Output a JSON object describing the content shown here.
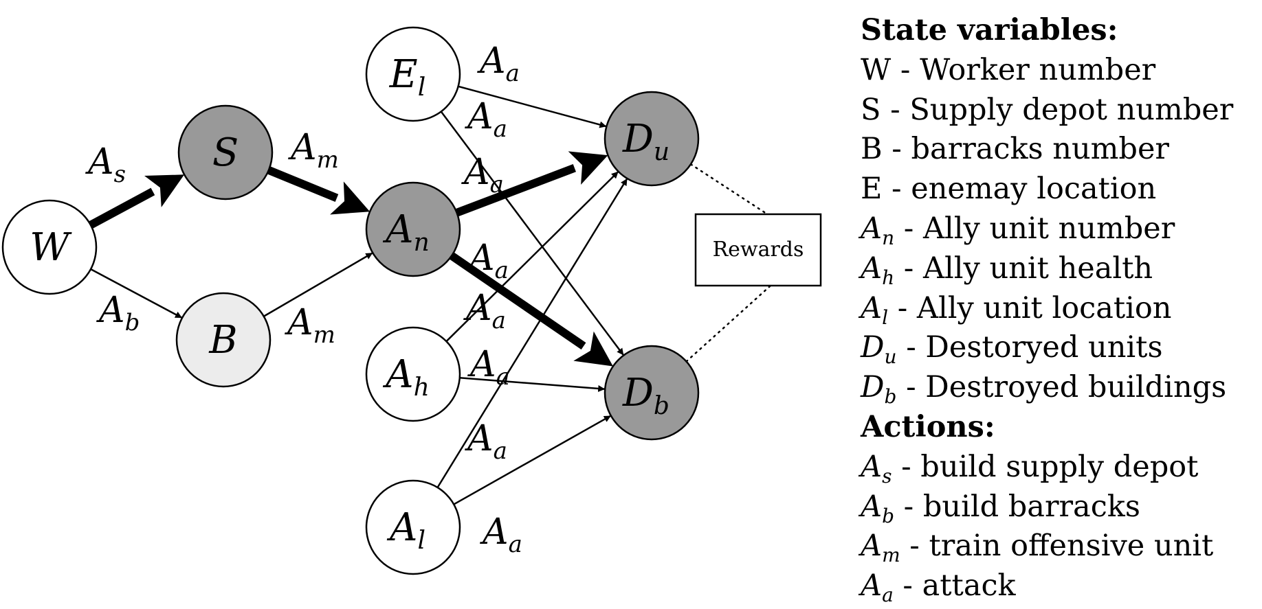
{
  "diagram": {
    "nodes": [
      {
        "id": "W",
        "main": "W",
        "sub": "",
        "fill": "#ffffff"
      },
      {
        "id": "S",
        "main": "S",
        "sub": "",
        "fill": "#999999"
      },
      {
        "id": "B",
        "main": "B",
        "sub": "",
        "fill": "#ececec"
      },
      {
        "id": "El",
        "main": "E",
        "sub": "l",
        "fill": "#ffffff"
      },
      {
        "id": "An",
        "main": "A",
        "sub": "n",
        "fill": "#999999"
      },
      {
        "id": "Ah",
        "main": "A",
        "sub": "h",
        "fill": "#ffffff"
      },
      {
        "id": "Al",
        "main": "A",
        "sub": "l",
        "fill": "#ffffff"
      },
      {
        "id": "Du",
        "main": "D",
        "sub": "u",
        "fill": "#999999"
      },
      {
        "id": "Db",
        "main": "D",
        "sub": "b",
        "fill": "#999999"
      }
    ],
    "edges": [
      {
        "from": "W",
        "to": "S",
        "style": "bold"
      },
      {
        "from": "W",
        "to": "B",
        "style": "thin"
      },
      {
        "from": "S",
        "to": "An",
        "style": "bold"
      },
      {
        "from": "B",
        "to": "An",
        "style": "thin"
      },
      {
        "from": "An",
        "to": "Du",
        "style": "bold"
      },
      {
        "from": "An",
        "to": "Db",
        "style": "bold"
      },
      {
        "from": "El",
        "to": "Du",
        "style": "thin"
      },
      {
        "from": "El",
        "to": "Db",
        "style": "thin"
      },
      {
        "from": "Ah",
        "to": "Du",
        "style": "thin"
      },
      {
        "from": "Ah",
        "to": "Db",
        "style": "thin"
      },
      {
        "from": "Al",
        "to": "Du",
        "style": "thin"
      },
      {
        "from": "Al",
        "to": "Db",
        "style": "thin"
      },
      {
        "from": "Du",
        "to": "Rewards",
        "style": "dotted"
      },
      {
        "from": "Db",
        "to": "Rewards",
        "style": "dotted"
      }
    ],
    "edge_labels": [
      {
        "main": "A",
        "sub": "s"
      },
      {
        "main": "A",
        "sub": "b"
      },
      {
        "main": "A",
        "sub": "m"
      },
      {
        "main": "A",
        "sub": "m"
      },
      {
        "main": "A",
        "sub": "a"
      },
      {
        "main": "A",
        "sub": "a"
      },
      {
        "main": "A",
        "sub": "a"
      },
      {
        "main": "A",
        "sub": "a"
      },
      {
        "main": "A",
        "sub": "a"
      },
      {
        "main": "A",
        "sub": "a"
      },
      {
        "main": "A",
        "sub": "a"
      },
      {
        "main": "A",
        "sub": "a"
      }
    ],
    "rewards_box": {
      "label": "Rewards"
    }
  },
  "legend": {
    "state_header": "State variables:",
    "state_items": [
      {
        "sym": "W",
        "sub": "",
        "text": " - Worker number"
      },
      {
        "sym": "S",
        "sub": "",
        "text": " - Supply depot number"
      },
      {
        "sym": "B",
        "sub": "",
        "text": " - barracks  number"
      },
      {
        "sym": "E",
        "sub": "",
        "text": " - enemay location"
      },
      {
        "sym": "A",
        "sub": "n",
        "text": " - Ally unit number"
      },
      {
        "sym": "A",
        "sub": "h",
        "text": " - Ally unit health"
      },
      {
        "sym": "A",
        "sub": "l",
        "text": " - Ally unit location"
      },
      {
        "sym": "D",
        "sub": "u",
        "text": " - Destoryed units"
      },
      {
        "sym": "D",
        "sub": "b",
        "text": " - Destroyed buildings"
      }
    ],
    "actions_header": "Actions:",
    "action_items": [
      {
        "sym": "A",
        "sub": "s",
        "text": " - build supply depot"
      },
      {
        "sym": "A",
        "sub": "b",
        "text": " - build barracks"
      },
      {
        "sym": "A",
        "sub": "m",
        "text": " - train offensive unit"
      },
      {
        "sym": "A",
        "sub": "a",
        "text": " - attack"
      }
    ]
  }
}
